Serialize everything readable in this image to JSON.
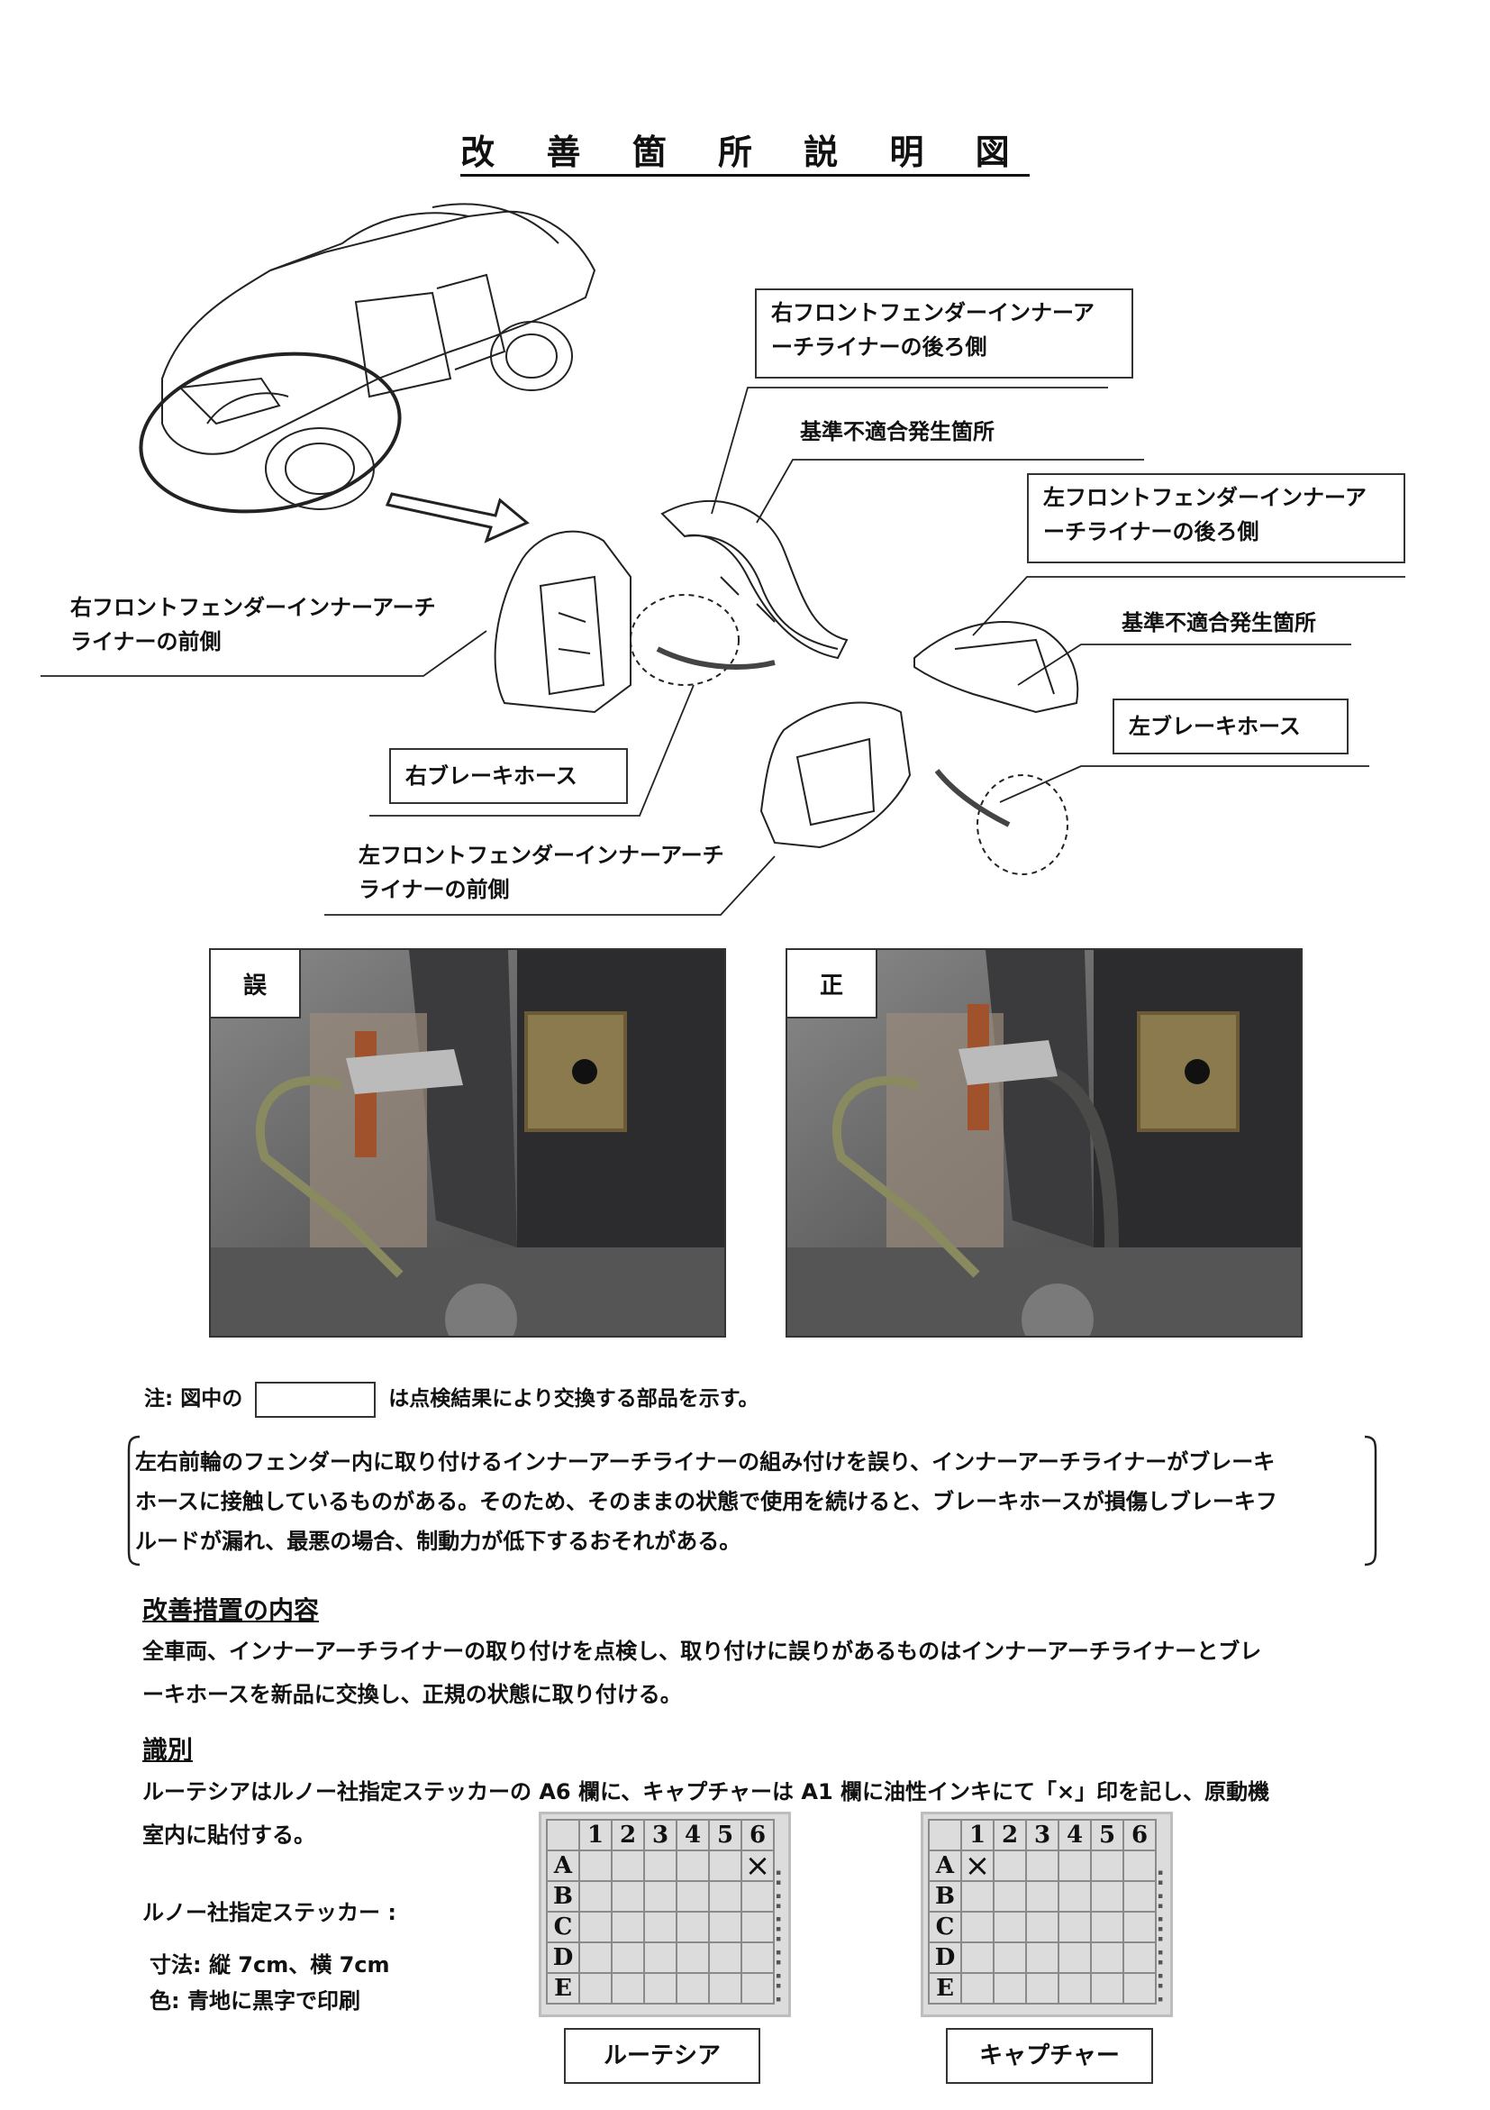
{
  "title": "改 善 箇 所 説 明 図",
  "diagram": {
    "callouts": {
      "right_rear": [
        "右フロントフェンダーインナーア",
        "ーチライナーの後ろ側"
      ],
      "right_defect": "基準不適合発生箇所",
      "left_rear": [
        "左フロントフェンダーインナーア",
        "ーチライナーの後ろ側"
      ],
      "left_defect": "基準不適合発生箇所",
      "left_brake_hose": "左ブレーキホース",
      "right_front": [
        "右フロントフェンダーインナーアーチ",
        "ライナーの前側"
      ],
      "right_brake_hose": "右ブレーキホース",
      "left_front": [
        "左フロントフェンダーインナーアーチ",
        "ライナーの前側"
      ]
    }
  },
  "photos": {
    "wrong_label": "誤",
    "correct_label": "正"
  },
  "note": {
    "prefix": "注: 図中の",
    "suffix": "は点検結果により交換する部品を示す。"
  },
  "defect_description": [
    "左右前輪のフェンダー内に取り付けるインナーアーチライナーの組み付けを誤り、インナーアーチライナーがブレーキ",
    "ホースに接触しているものがある。そのため、そのままの状態で使用を続けると、ブレーキホースが損傷しブレーキフ",
    "ルードが漏れ、最悪の場合、制動力が低下するおそれがある。"
  ],
  "improvement": {
    "heading": "改善措置の内容",
    "lines": [
      "全車両、インナーアーチライナーの取り付けを点検し、取り付けに誤りがあるものはインナーアーチライナーとブレ",
      "ーキホースを新品に交換し、正規の状態に取り付ける。"
    ]
  },
  "identification": {
    "heading": "識別",
    "lines": [
      "ルーテシアはルノー社指定ステッカーの A6 欄に、キャプチャーは A1 欄に油性インキにて「×」印を記し、原動機",
      "室内に貼付する。"
    ],
    "sticker_label": "ルノー社指定ステッカー :",
    "size_line": "寸法: 縦 7cm、横 7cm",
    "color_line": "色: 青地に黒字で印刷"
  },
  "stickers": {
    "columns": [
      "1",
      "2",
      "3",
      "4",
      "5",
      "6"
    ],
    "rows": [
      "A",
      "B",
      "C",
      "D",
      "E"
    ],
    "mark_symbol": "×",
    "lutecia": {
      "name": "ルーテシア",
      "marked_row": "A",
      "marked_col": "6"
    },
    "captur": {
      "name": "キャプチャー",
      "marked_row": "A",
      "marked_col": "1"
    }
  }
}
